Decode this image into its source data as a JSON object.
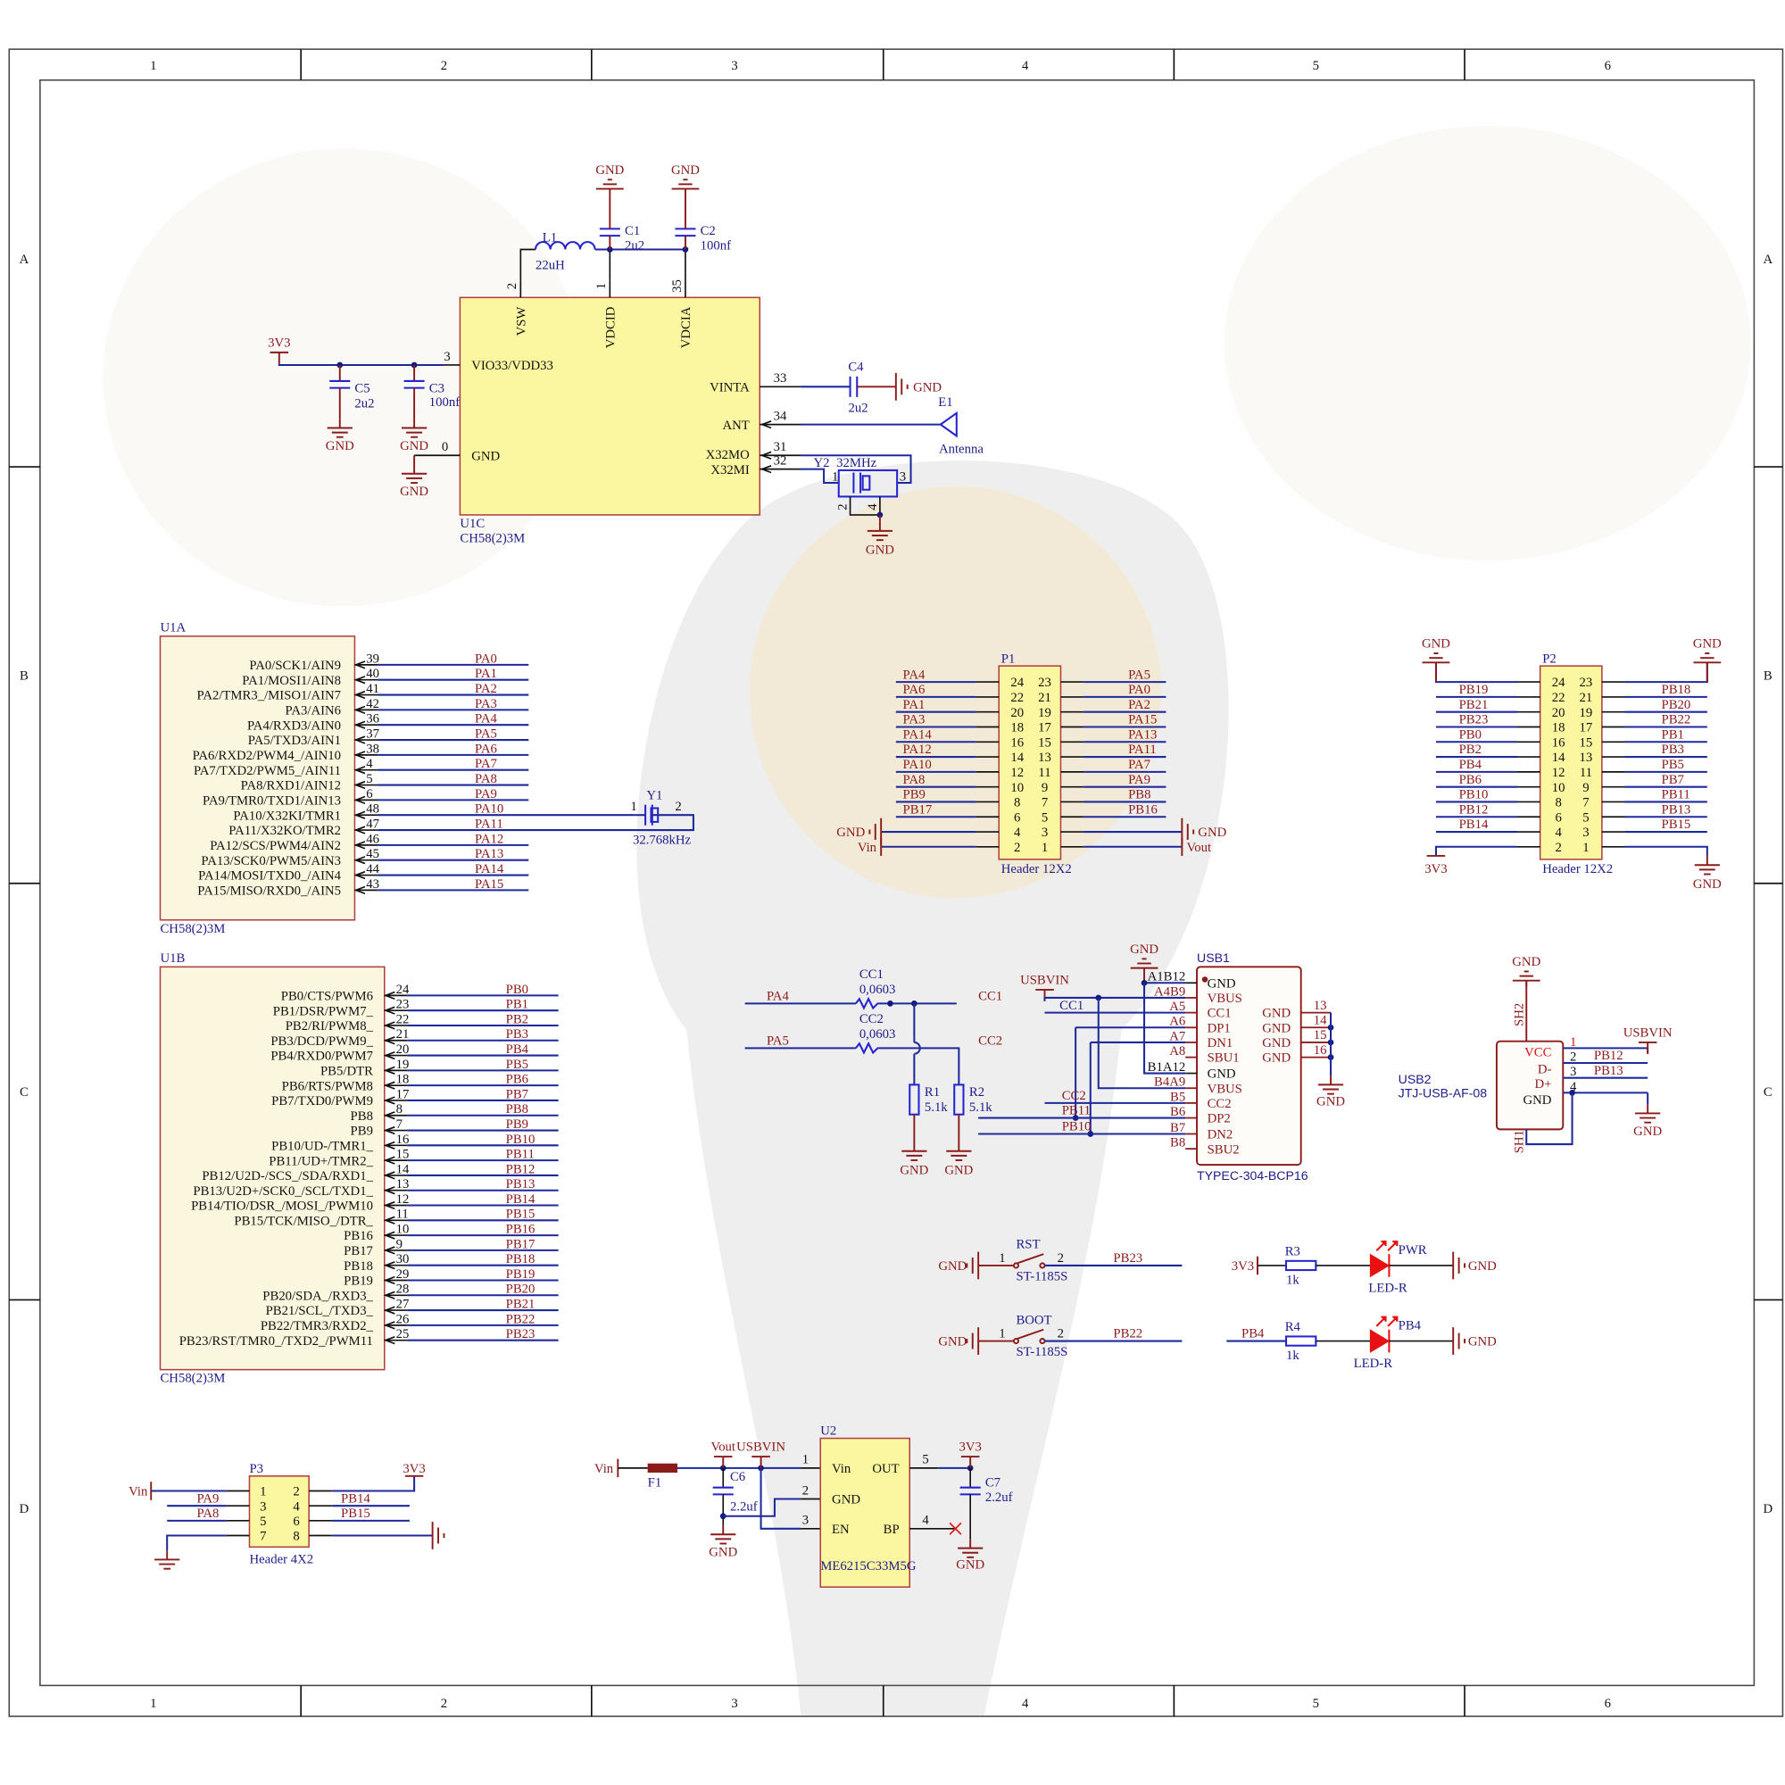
{
  "sheet": {
    "columns": [
      "1",
      "2",
      "3",
      "4",
      "5",
      "6"
    ],
    "rows": [
      "A",
      "B",
      "C",
      "D"
    ]
  },
  "nets": {
    "gnd": "GND",
    "v3v3": "3V3",
    "vin": "Vin",
    "vout": "Vout",
    "usbvin": "USBVIN"
  },
  "u1c": {
    "ref": "U1C",
    "part": "CH58(2)3M",
    "top_pins": [
      {
        "name": "VSW",
        "num": "2"
      },
      {
        "name": "VDCID",
        "num": "1"
      },
      {
        "name": "VDCIA",
        "num": "35"
      }
    ],
    "vio": {
      "name": "VIO33/VDD33",
      "num": "3"
    },
    "gnd": {
      "name": "GND",
      "num": "0"
    },
    "right_pins": [
      {
        "name": "VINTA",
        "num": "33"
      },
      {
        "name": "ANT",
        "num": "34"
      },
      {
        "name": "X32MO",
        "num": "31"
      },
      {
        "name": "X32MI",
        "num": "32"
      }
    ]
  },
  "passives": {
    "l1": {
      "ref": "L1",
      "value": "22uH"
    },
    "c1": {
      "ref": "C1",
      "value": "2u2"
    },
    "c2": {
      "ref": "C2",
      "value": "100nf"
    },
    "c3": {
      "ref": "C3",
      "value": "100nf"
    },
    "c4": {
      "ref": "C4",
      "value": "2u2"
    },
    "c5": {
      "ref": "C5",
      "value": "2u2"
    },
    "c6": {
      "ref": "C6",
      "value": "2.2uf"
    },
    "c7": {
      "ref": "C7",
      "value": "2.2uf"
    },
    "r1": {
      "ref": "R1",
      "value": "5.1k"
    },
    "r2": {
      "ref": "R2",
      "value": "5.1k"
    },
    "r3": {
      "ref": "R3",
      "value": "1k"
    },
    "r4": {
      "ref": "R4",
      "value": "1k"
    },
    "cc1": {
      "ref": "CC1",
      "value": "0,0603"
    },
    "cc2": {
      "ref": "CC2",
      "value": "0,0603"
    },
    "f1": {
      "ref": "F1"
    }
  },
  "antenna": {
    "ref": "E1",
    "value": "Antenna"
  },
  "y2": {
    "ref": "Y2",
    "value": "32MHz",
    "pins": [
      "1",
      "3",
      "2",
      "4"
    ]
  },
  "y1": {
    "ref": "Y1",
    "value": "32.768kHz",
    "pins": [
      "1",
      "2"
    ]
  },
  "u1a": {
    "ref": "U1A",
    "part": "CH58(2)3M",
    "pins": [
      {
        "name": "PA0/SCK1/AIN9",
        "num": "39",
        "net": "PA0"
      },
      {
        "name": "PA1/MOSI1/AIN8",
        "num": "40",
        "net": "PA1"
      },
      {
        "name": "PA2/TMR3_/MISO1/AIN7",
        "num": "41",
        "net": "PA2"
      },
      {
        "name": "PA3/AIN6",
        "num": "42",
        "net": "PA3"
      },
      {
        "name": "PA4/RXD3/AIN0",
        "num": "36",
        "net": "PA4"
      },
      {
        "name": "PA5/TXD3/AIN1",
        "num": "37",
        "net": "PA5"
      },
      {
        "name": "PA6/RXD2/PWM4_/AIN10",
        "num": "38",
        "net": "PA6"
      },
      {
        "name": "PA7/TXD2/PWM5_/AIN11",
        "num": "4",
        "net": "PA7"
      },
      {
        "name": "PA8/RXD1/AIN12",
        "num": "5",
        "net": "PA8"
      },
      {
        "name": "PA9/TMR0/TXD1/AIN13",
        "num": "6",
        "net": "PA9"
      },
      {
        "name": "PA10/X32KI/TMR1",
        "num": "48",
        "net": "PA10"
      },
      {
        "name": "PA11/X32KO/TMR2",
        "num": "47",
        "net": "PA11"
      },
      {
        "name": "PA12/SCS/PWM4/AIN2",
        "num": "46",
        "net": "PA12"
      },
      {
        "name": "PA13/SCK0/PWM5/AIN3",
        "num": "45",
        "net": "PA13"
      },
      {
        "name": "PA14/MOSI/TXD0_/AIN4",
        "num": "44",
        "net": "PA14"
      },
      {
        "name": "PA15/MISO/RXD0_/AIN5",
        "num": "43",
        "net": "PA15"
      }
    ]
  },
  "u1b": {
    "ref": "U1B",
    "part": "CH58(2)3M",
    "pins": [
      {
        "name": "PB0/CTS/PWM6",
        "num": "24",
        "net": "PB0"
      },
      {
        "name": "PB1/DSR/PWM7_",
        "num": "23",
        "net": "PB1"
      },
      {
        "name": "PB2/RI/PWM8_",
        "num": "22",
        "net": "PB2"
      },
      {
        "name": "PB3/DCD/PWM9_",
        "num": "21",
        "net": "PB3"
      },
      {
        "name": "PB4/RXD0/PWM7",
        "num": "20",
        "net": "PB4"
      },
      {
        "name": "PB5/DTR",
        "num": "19",
        "net": "PB5"
      },
      {
        "name": "PB6/RTS/PWM8",
        "num": "18",
        "net": "PB6"
      },
      {
        "name": "PB7/TXD0/PWM9",
        "num": "17",
        "net": "PB7"
      },
      {
        "name": "PB8",
        "num": "8",
        "net": "PB8"
      },
      {
        "name": "PB9",
        "num": "7",
        "net": "PB9"
      },
      {
        "name": "PB10/UD-/TMR1_",
        "num": "16",
        "net": "PB10"
      },
      {
        "name": "PB11/UD+/TMR2_",
        "num": "15",
        "net": "PB11"
      },
      {
        "name": "PB12/U2D-/SCS_/SDA/RXD1_",
        "num": "14",
        "net": "PB12"
      },
      {
        "name": "PB13/U2D+/SCK0_/SCL/TXD1_",
        "num": "13",
        "net": "PB13"
      },
      {
        "name": "PB14/TIO/DSR_/MOSI_/PWM10",
        "num": "12",
        "net": "PB14"
      },
      {
        "name": "PB15/TCK/MISO_/DTR_",
        "num": "11",
        "net": "PB15"
      },
      {
        "name": "PB16",
        "num": "10",
        "net": "PB16"
      },
      {
        "name": "PB17",
        "num": "9",
        "net": "PB17"
      },
      {
        "name": "PB18",
        "num": "30",
        "net": "PB18"
      },
      {
        "name": "PB19",
        "num": "29",
        "net": "PB19"
      },
      {
        "name": "PB20/SDA_/RXD3_",
        "num": "28",
        "net": "PB20"
      },
      {
        "name": "PB21/SCL_/TXD3_",
        "num": "27",
        "net": "PB21"
      },
      {
        "name": "PB22/TMR3/RXD2_",
        "num": "26",
        "net": "PB22"
      },
      {
        "name": "PB23/RST/TMR0_/TXD2_/PWM11",
        "num": "25",
        "net": "PB23"
      }
    ]
  },
  "p1": {
    "ref": "P1",
    "part": "Header 12X2",
    "left": [
      {
        "num": "24",
        "net": "PA4"
      },
      {
        "num": "22",
        "net": "PA6"
      },
      {
        "num": "20",
        "net": "PA1"
      },
      {
        "num": "18",
        "net": "PA3"
      },
      {
        "num": "16",
        "net": "PA14"
      },
      {
        "num": "14",
        "net": "PA12"
      },
      {
        "num": "12",
        "net": "PA10"
      },
      {
        "num": "10",
        "net": "PA8"
      },
      {
        "num": "8",
        "net": "PB9"
      },
      {
        "num": "6",
        "net": "PB17"
      },
      {
        "num": "4",
        "net": "GND"
      },
      {
        "num": "2",
        "net": "Vin"
      }
    ],
    "right": [
      {
        "num": "23",
        "net": "PA5"
      },
      {
        "num": "21",
        "net": "PA0"
      },
      {
        "num": "19",
        "net": "PA2"
      },
      {
        "num": "17",
        "net": "PA15"
      },
      {
        "num": "15",
        "net": "PA13"
      },
      {
        "num": "13",
        "net": "PA11"
      },
      {
        "num": "11",
        "net": "PA7"
      },
      {
        "num": "9",
        "net": "PA9"
      },
      {
        "num": "7",
        "net": "PB8"
      },
      {
        "num": "5",
        "net": "PB16"
      },
      {
        "num": "3",
        "net": "GND"
      },
      {
        "num": "1",
        "net": "Vout"
      }
    ]
  },
  "p2": {
    "ref": "P2",
    "part": "Header 12X2",
    "left": [
      {
        "num": "24",
        "net": "GND"
      },
      {
        "num": "22",
        "net": "PB19"
      },
      {
        "num": "20",
        "net": "PB21"
      },
      {
        "num": "18",
        "net": "PB23"
      },
      {
        "num": "16",
        "net": "PB0"
      },
      {
        "num": "14",
        "net": "PB2"
      },
      {
        "num": "12",
        "net": "PB4"
      },
      {
        "num": "10",
        "net": "PB6"
      },
      {
        "num": "8",
        "net": "PB10"
      },
      {
        "num": "6",
        "net": "PB12"
      },
      {
        "num": "4",
        "net": "PB14"
      },
      {
        "num": "2",
        "net": "3V3"
      }
    ],
    "right": [
      {
        "num": "23",
        "net": "GND"
      },
      {
        "num": "21",
        "net": "PB18"
      },
      {
        "num": "19",
        "net": "PB20"
      },
      {
        "num": "17",
        "net": "PB22"
      },
      {
        "num": "15",
        "net": "PB1"
      },
      {
        "num": "13",
        "net": "PB3"
      },
      {
        "num": "11",
        "net": "PB5"
      },
      {
        "num": "9",
        "net": "PB7"
      },
      {
        "num": "7",
        "net": "PB11"
      },
      {
        "num": "5",
        "net": "PB13"
      },
      {
        "num": "3",
        "net": "PB15"
      },
      {
        "num": "1",
        "net": "GND"
      }
    ]
  },
  "usb1": {
    "ref": "USB1",
    "part": "TYPEC-304-BCP16",
    "left_pins": [
      {
        "pad": "A1B12",
        "name": "GND"
      },
      {
        "pad": "A4B9",
        "name": "VBUS"
      },
      {
        "pad": "A5",
        "name": "CC1"
      },
      {
        "pad": "A6",
        "name": "DP1"
      },
      {
        "pad": "A7",
        "name": "DN1"
      },
      {
        "pad": "A8",
        "name": "SBU1"
      },
      {
        "pad": "B1A12",
        "name": "GND"
      },
      {
        "pad": "B4A9",
        "name": "VBUS"
      },
      {
        "pad": "B5",
        "name": "CC2"
      },
      {
        "pad": "B6",
        "name": "DP2"
      },
      {
        "pad": "B7",
        "name": "DN2"
      },
      {
        "pad": "B8",
        "name": "SBU2"
      }
    ],
    "right_pins": [
      {
        "num": "13",
        "name": "GND"
      },
      {
        "num": "14",
        "name": "GND"
      },
      {
        "num": "15",
        "name": "GND"
      },
      {
        "num": "16",
        "name": "GND"
      }
    ],
    "net_labels": {
      "pa4": "PA4",
      "pa5": "PA5",
      "cc1": "CC1",
      "cc2": "CC2",
      "pb11": "PB11",
      "pb10": "PB10"
    }
  },
  "usb2": {
    "ref": "USB2",
    "part": "JTJ-USB-AF-08",
    "pins": [
      {
        "num": "1",
        "name": "VCC"
      },
      {
        "num": "2",
        "name": "D-",
        "net": "PB12"
      },
      {
        "num": "3",
        "name": "D+",
        "net": "PB13"
      },
      {
        "num": "4",
        "name": "GND"
      }
    ],
    "shield": [
      "SH2",
      "SH1"
    ]
  },
  "switches": [
    {
      "ref": "RST",
      "part": "ST-1185S",
      "pins": [
        "1",
        "2"
      ],
      "net": "PB23"
    },
    {
      "ref": "BOOT",
      "part": "ST-1185S",
      "pins": [
        "1",
        "2"
      ],
      "net": "PB22"
    }
  ],
  "leds": [
    {
      "label": "PWR",
      "part": "LED-R",
      "in_net": "3V3"
    },
    {
      "label": "PB4",
      "part": "LED-R",
      "in_net": "PB4"
    }
  ],
  "u2": {
    "ref": "U2",
    "part": "ME6215C33M5G",
    "pins": [
      {
        "num": "1",
        "name": "Vin"
      },
      {
        "num": "2",
        "name": "GND"
      },
      {
        "num": "3",
        "name": "EN"
      },
      {
        "num": "5",
        "name": "OUT"
      },
      {
        "num": "4",
        "name": "BP"
      }
    ]
  },
  "p3": {
    "ref": "P3",
    "part": "Header 4X2",
    "left": [
      {
        "num": "1"
      },
      {
        "num": "3",
        "net": "PA9"
      },
      {
        "num": "5",
        "net": "PA8"
      },
      {
        "num": "7"
      }
    ],
    "right": [
      {
        "num": "2"
      },
      {
        "num": "4",
        "net": "PB14"
      },
      {
        "num": "6",
        "net": "PB15"
      },
      {
        "num": "8"
      }
    ]
  }
}
